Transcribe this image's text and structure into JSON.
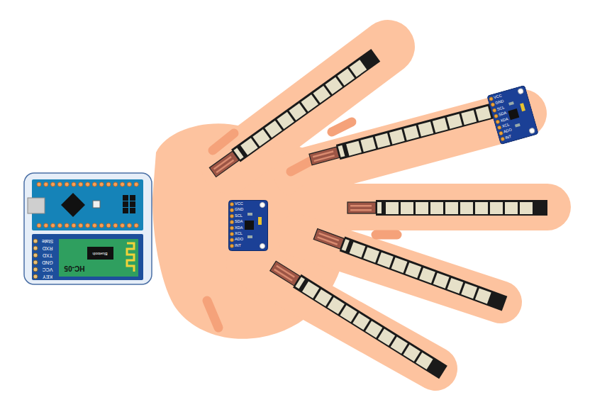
{
  "diagram": {
    "labels": [
      "State",
      "RXD",
      "TXD",
      "GND",
      "VCC",
      "KEY",
      "HC-05",
      "Bluetooth",
      "VCC",
      "GND",
      "SCL",
      "SDA",
      "XDA",
      "XCL",
      "ADO",
      "INT",
      "VCC",
      "GND",
      "SCL",
      "SDA",
      "XDA",
      "XCL",
      "ADO",
      "INT"
    ]
  }
}
